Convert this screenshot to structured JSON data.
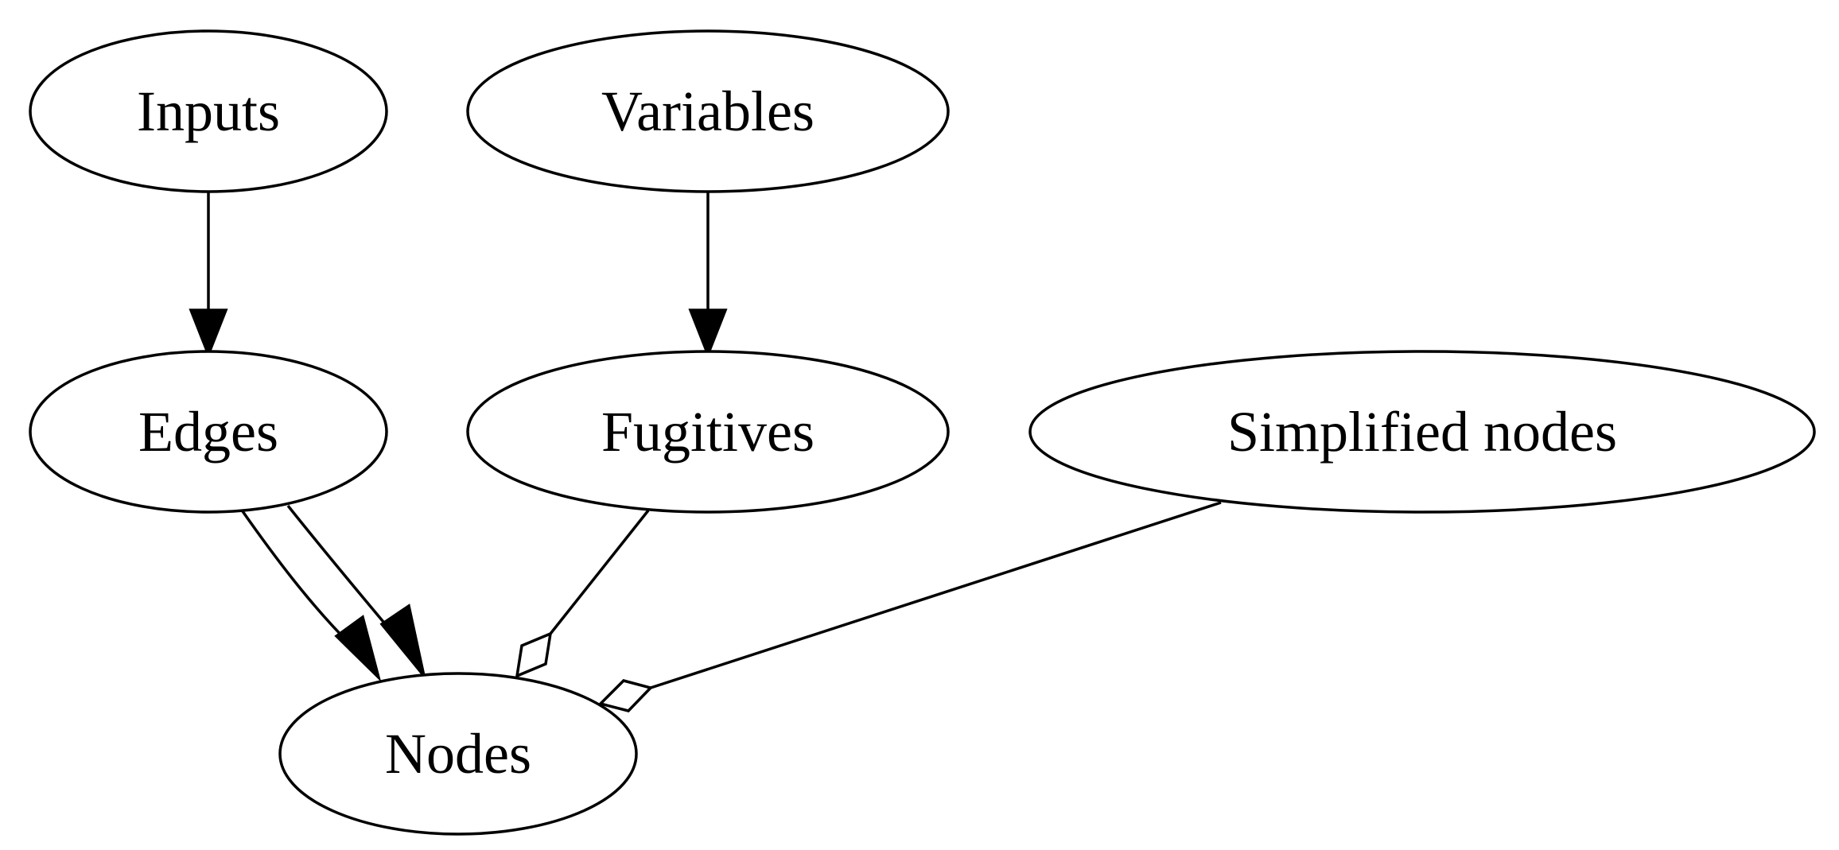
{
  "diagram": {
    "nodes": {
      "inputs": {
        "label": "Inputs"
      },
      "variables": {
        "label": "Variables"
      },
      "edges": {
        "label": "Edges"
      },
      "fugitives": {
        "label": "Fugitives"
      },
      "simplified": {
        "label": "Simplified nodes"
      },
      "nodes": {
        "label": "Nodes"
      }
    },
    "edges": [
      {
        "from": "inputs",
        "to": "edges",
        "arrowhead": "normal"
      },
      {
        "from": "variables",
        "to": "fugitives",
        "arrowhead": "normal"
      },
      {
        "from": "edges",
        "to": "nodes",
        "arrowhead": "normal"
      },
      {
        "from": "edges",
        "to": "nodes",
        "arrowhead": "normal"
      },
      {
        "from": "fugitives",
        "to": "nodes",
        "arrowhead": "odiamond"
      },
      {
        "from": "simplified",
        "to": "nodes",
        "arrowhead": "odiamond"
      }
    ],
    "colors": {
      "stroke": "#000000",
      "fill": "#ffffff",
      "text": "#000000"
    }
  }
}
